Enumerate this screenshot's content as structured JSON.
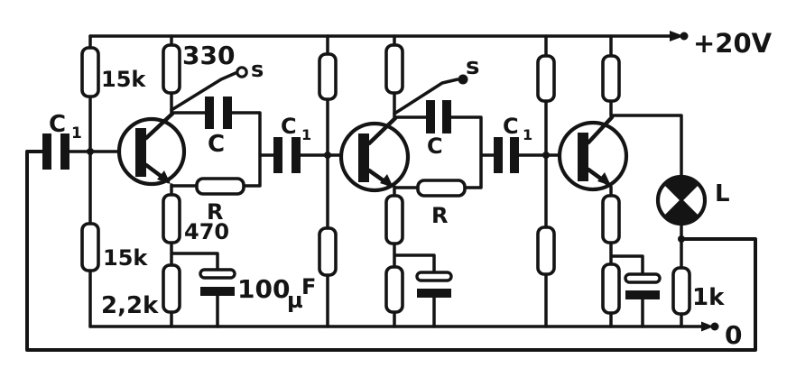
{
  "colors": {
    "ink": "#141414",
    "paper": "#ffffff"
  },
  "labels": {
    "supply_positive": "+20V",
    "supply_zero": "0",
    "bias_resistor": "15k",
    "collector_resistor_1": "330",
    "emitter_resistor_upper": "470",
    "emitter_resistor_lower": "2,2k",
    "load_resistor": "1k",
    "feedback_resistor": "R",
    "capacitor_main": "C",
    "coupling_sub": "1",
    "electrolytic_value": "100",
    "electrolytic_mu": "µ",
    "electrolytic_unit": "F",
    "lamp": "L",
    "tap_point": "s"
  }
}
